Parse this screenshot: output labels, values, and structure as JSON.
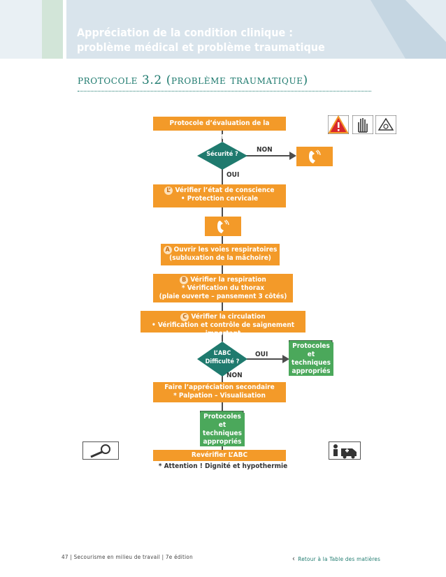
{
  "header": {
    "title_line1": "Appréciation de la condition clinique :",
    "title_line2": "problème médical et problème traumatique"
  },
  "protocol_title": "protocole 3.2 (problème traumatique)",
  "flow": {
    "step_situation": "Protocole d’évaluation de la situation",
    "decision_security": "Sécurité ?",
    "label_non_1": "NON",
    "label_oui_1": "OUI",
    "step_l_letter": "L’",
    "step_l_line1": "Vérifier l’état de conscience",
    "step_l_line2": "• Protection cervicale",
    "step_a_letter": "A",
    "step_a_line1": "Ouvrir les voies respiratoires",
    "step_a_line2": "(subluxation de la mâchoire)",
    "step_b_letter": "B",
    "step_b_line1": "Vérifier la respiration",
    "step_b_line2": "* Vérification du thorax",
    "step_b_line3": "(plaie ouverte – pansement 3 côtés)",
    "step_c_letter": "C",
    "step_c_line1": "Vérifier la circulation",
    "step_c_line2": "• Vérification et contrôle de saignement important",
    "decision_abc_line1": "L’ABC",
    "decision_abc_line2": "Difficulté ?",
    "label_oui_2": "OUI",
    "label_non_2": "NON",
    "protocols_right_line1": "Protocoles et",
    "protocols_right_line2": "techniques",
    "protocols_right_line3": "appropriés",
    "step_secondary_line1": "Faire l’appréciation secondaire",
    "step_secondary_line2": "* Palpation – Visualisation",
    "protocols_mid_line1": "Protocoles et",
    "protocols_mid_line2": "techniques",
    "protocols_mid_line3": "appropriés",
    "step_recheck": "Revérifier L’ABC",
    "note_attention": "* Attention ! Dignité et hypothermie"
  },
  "icons": {
    "top_right": [
      "warning-icon",
      "glove-icon",
      "mask-icon"
    ],
    "phone": "phone-icon",
    "magnifier": "magnifier-icon",
    "transport": "ambulance-icon"
  },
  "footer": {
    "left": "47 | Secourisme en milieu de travail | 7e édition",
    "right": "Retour à la Table des matières"
  },
  "colors": {
    "orange": "#f39a29",
    "green": "#4ba85b",
    "teal": "#1e7a6e",
    "warning_red": "#d7262d"
  }
}
